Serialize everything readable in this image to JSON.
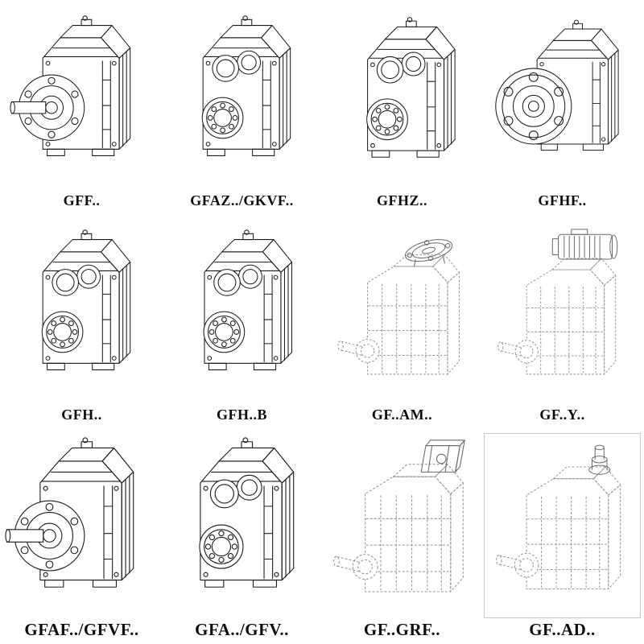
{
  "page": {
    "type": "gearbox-model-catalog",
    "background": "#ffffff",
    "colors": {
      "solid_line": "#1c1c1c",
      "dashed_line": "#909090",
      "attachment_line": "#6a6a6a",
      "frame_border": "#c8c8c8",
      "label_text": "#0d0d0d"
    }
  },
  "catalog": {
    "rows": 3,
    "columns": 4,
    "items": [
      {
        "label": "GFF..",
        "drawing": "parallel-shaft-gearbox-flange-output",
        "style": "solid"
      },
      {
        "label": "GFAZ../GKVF..",
        "drawing": "parallel-shaft-gearbox-shaft-mounted",
        "style": "solid"
      },
      {
        "label": "GFHZ..",
        "drawing": "parallel-shaft-gearbox-hollow-shaft",
        "style": "solid"
      },
      {
        "label": "GFHF..",
        "drawing": "parallel-shaft-gearbox-flange-face",
        "style": "solid"
      },
      {
        "label": "GFH..",
        "drawing": "parallel-shaft-gearbox-hollow-bore",
        "style": "solid"
      },
      {
        "label": "GFH..B",
        "drawing": "parallel-shaft-gearbox-hollow-bore-foot",
        "style": "solid"
      },
      {
        "label": "GF..AM..",
        "drawing": "gearbox-with-input-flange-adapter",
        "style": "dashed"
      },
      {
        "label": "GF..Y..",
        "drawing": "gearbox-with-mounted-motor",
        "style": "dashed"
      },
      {
        "label": "GFAF../GFVF..",
        "drawing": "parallel-shaft-gearbox-flange-output",
        "style": "solid"
      },
      {
        "label": "GFA../GFV..",
        "drawing": "parallel-shaft-gearbox-shaft-mounted",
        "style": "solid"
      },
      {
        "label": "GF..GRF..",
        "drawing": "gearbox-with-adapter-block",
        "style": "dashed"
      },
      {
        "label": "GF..AD..",
        "drawing": "gearbox-with-input-shaft-stub",
        "style": "dashed",
        "framed": true
      }
    ]
  }
}
